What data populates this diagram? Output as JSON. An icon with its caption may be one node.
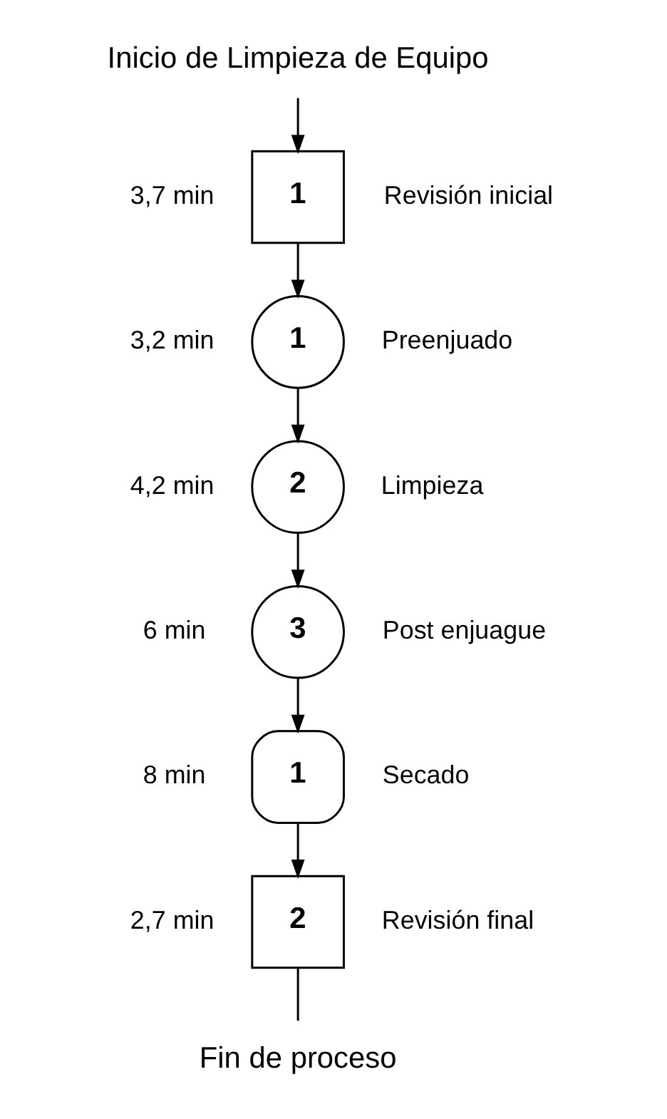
{
  "diagram": {
    "nodes": [
      {
        "text": [
          "Inicio de Limpieza de Equipo"
        ]
      },
      {
        "text": [
          "1"
        ],
        "beside": [
          "3,7 min",
          "Revisión inicial"
        ]
      },
      {
        "text": [
          "1"
        ],
        "beside": [
          "3,2 min",
          "Preenjuado"
        ]
      },
      {
        "text": [
          "2"
        ],
        "beside": [
          "4,2 min",
          "Limpieza"
        ]
      },
      {
        "text": [
          "3"
        ],
        "beside": [
          "6 min",
          "Post enjuague"
        ]
      },
      {
        "text": [
          "1"
        ],
        "beside": [
          "8 min",
          "Secado"
        ]
      },
      {
        "text": [
          "2"
        ],
        "beside": [
          "2,7 min",
          "Revisión final"
        ]
      },
      {
        "text": [
          "Fin de proceso"
        ]
      }
    ],
    "edges": [
      {
        "from": 0,
        "to": 1,
        "arrow": "to"
      },
      {
        "from": 1,
        "to": 2,
        "arrow": "to"
      },
      {
        "from": 2,
        "to": 3,
        "arrow": "to"
      },
      {
        "from": 3,
        "to": 4,
        "arrow": "to"
      },
      {
        "from": 4,
        "to": 5,
        "arrow": "to"
      },
      {
        "from": 5,
        "to": 6,
        "arrow": "to"
      },
      {
        "from": 6,
        "to": 7,
        "arrow": "none"
      }
    ]
  }
}
